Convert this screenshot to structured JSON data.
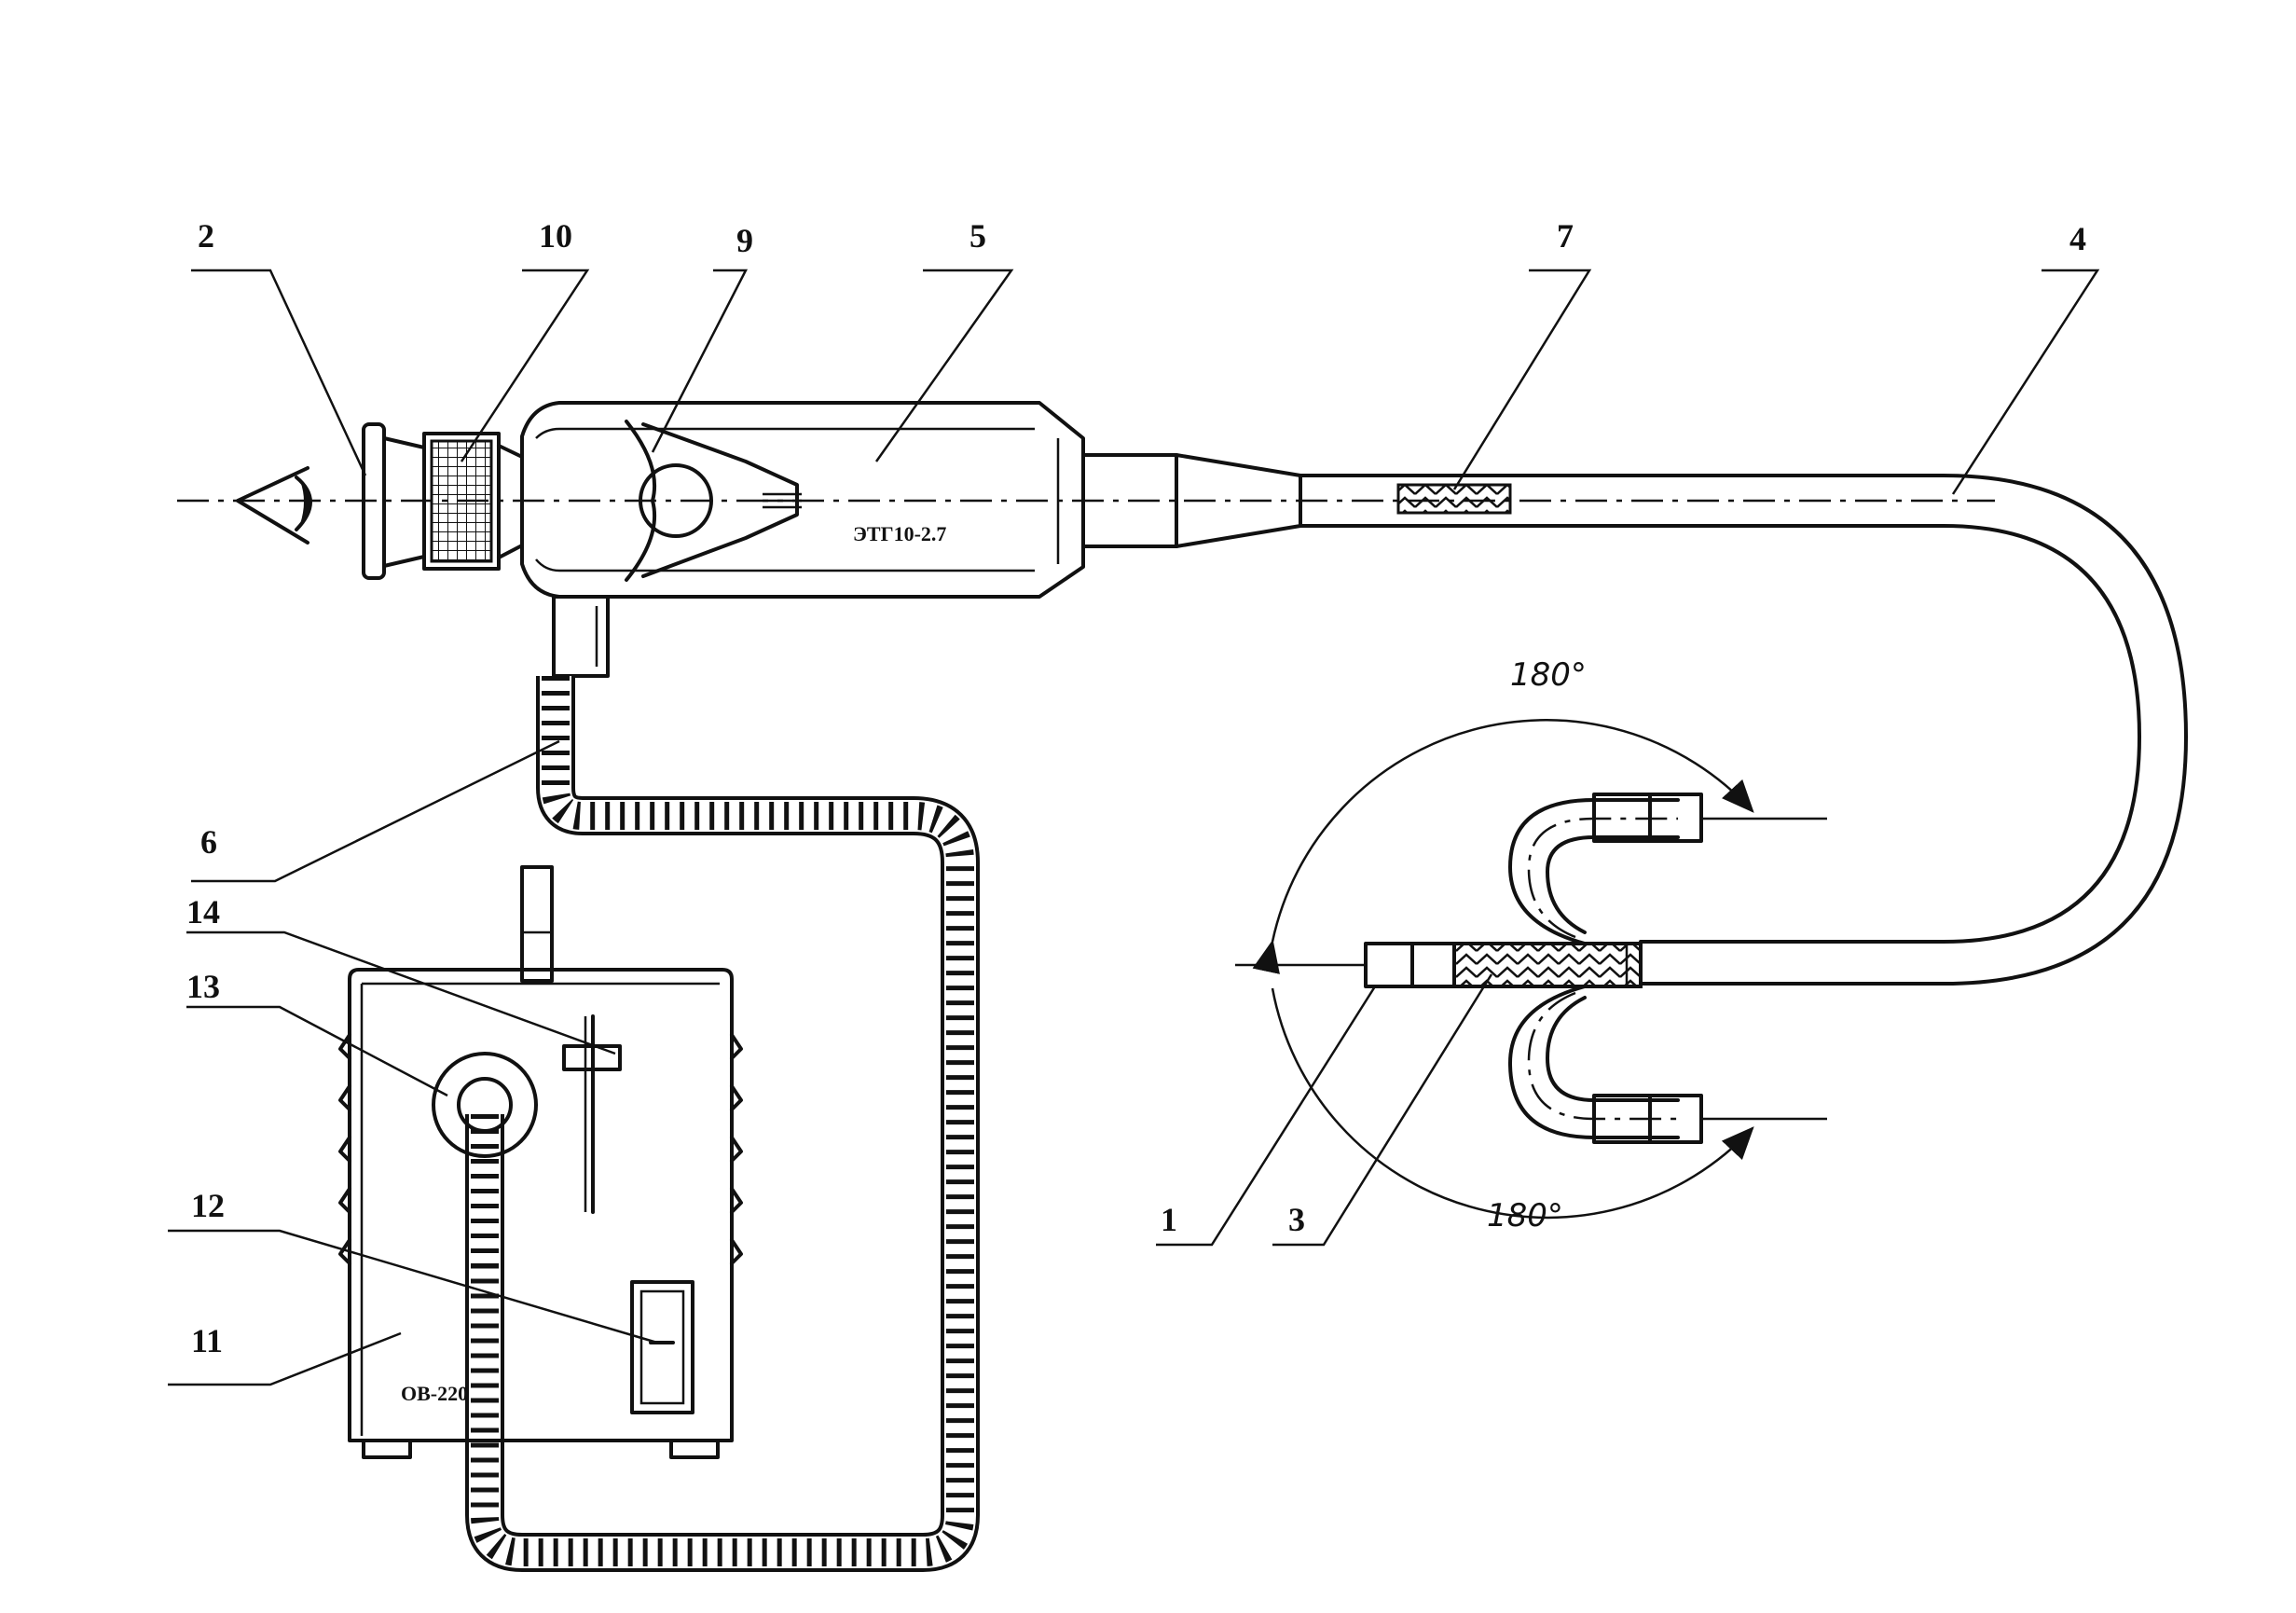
{
  "device": {
    "model_label": "ЭТГ10-2.7",
    "light_source_label": "ОВ-220"
  },
  "callouts": [
    "2",
    "10",
    "9",
    "5",
    "7",
    "4",
    "6",
    "14",
    "13",
    "12",
    "11",
    "1",
    "3"
  ],
  "angles": {
    "top": "180°",
    "bottom": "180°"
  },
  "colors": {
    "line": "#111111",
    "background": "#ffffff"
  }
}
